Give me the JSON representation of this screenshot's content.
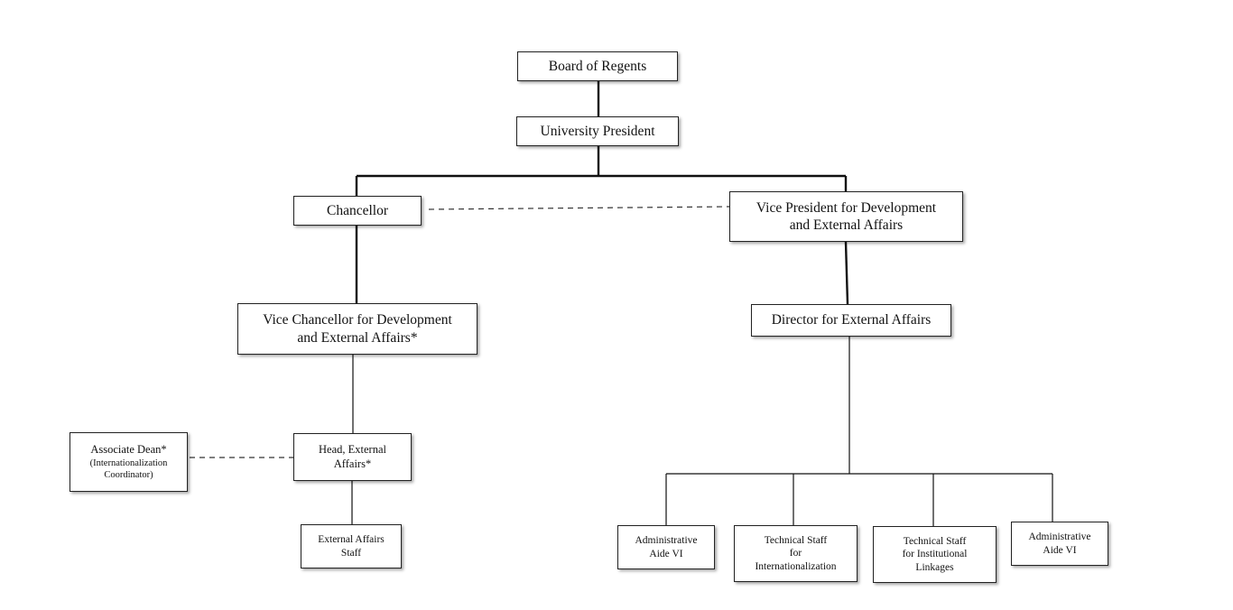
{
  "org_chart": {
    "board": "Board of Regents",
    "president": "University President",
    "chancellor": "Chancellor",
    "vp_development": "Vice President for Development\nand External Affairs",
    "vice_chancellor": "Vice Chancellor for Development\nand External Affairs*",
    "director_external": "Director for External Affairs",
    "associate_dean": "Associate Dean*",
    "associate_dean_note": "(Internationalization\nCoordinator)",
    "head_external": "Head, External\nAffairs*",
    "external_staff": "External Affairs\nStaff",
    "admin_aide_1": "Administrative\nAide VI",
    "tech_staff_intl": "Technical Staff\nfor\nInternationalization",
    "tech_staff_linkages": "Technical Staff\nfor Institutional\nLinkages",
    "admin_aide_2": "Administrative\nAide VI"
  },
  "colors": {
    "line": "#111111",
    "border": "#222222",
    "background": "#ffffff"
  }
}
